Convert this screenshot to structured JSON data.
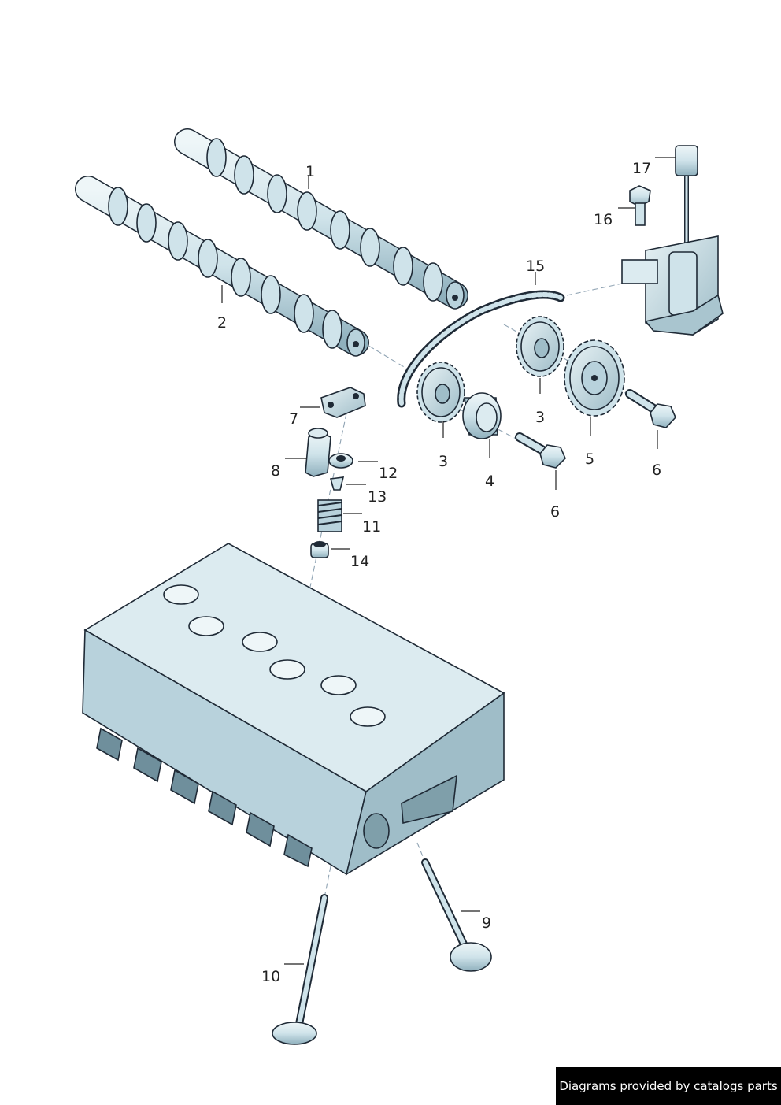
{
  "labels": {
    "p1": "1",
    "p2": "2",
    "p3a": "3",
    "p3b": "3",
    "p4": "4",
    "p5": "5",
    "p6a": "6",
    "p6b": "6",
    "p7": "7",
    "p8": "8",
    "p9": "9",
    "p10": "10",
    "p11": "11",
    "p12": "12",
    "p13": "13",
    "p14": "14",
    "p15": "15",
    "p16": "16",
    "p17": "17"
  },
  "credit": "Diagrams provided by catalogs parts",
  "colors": {
    "metal": "#cfe3ea",
    "shade": "#9fbdc8",
    "outline": "#1f2a36",
    "credit_bg": "#000000"
  }
}
